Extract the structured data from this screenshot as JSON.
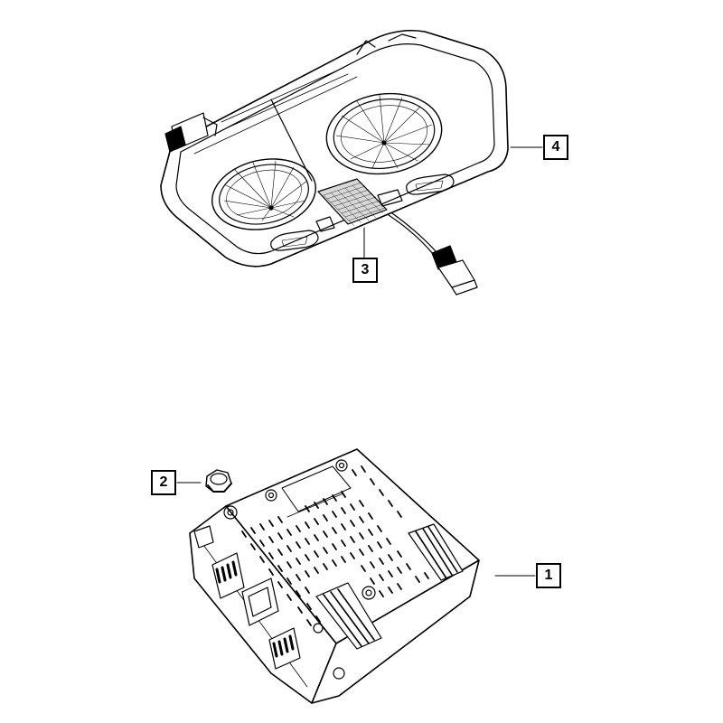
{
  "callouts": [
    {
      "id": "1",
      "label": "1"
    },
    {
      "id": "2",
      "label": "2"
    },
    {
      "id": "3",
      "label": "3"
    },
    {
      "id": "4",
      "label": "4"
    }
  ],
  "colors": {
    "line": "#000000",
    "background": "#ffffff",
    "fill": "#f2f2f2"
  }
}
